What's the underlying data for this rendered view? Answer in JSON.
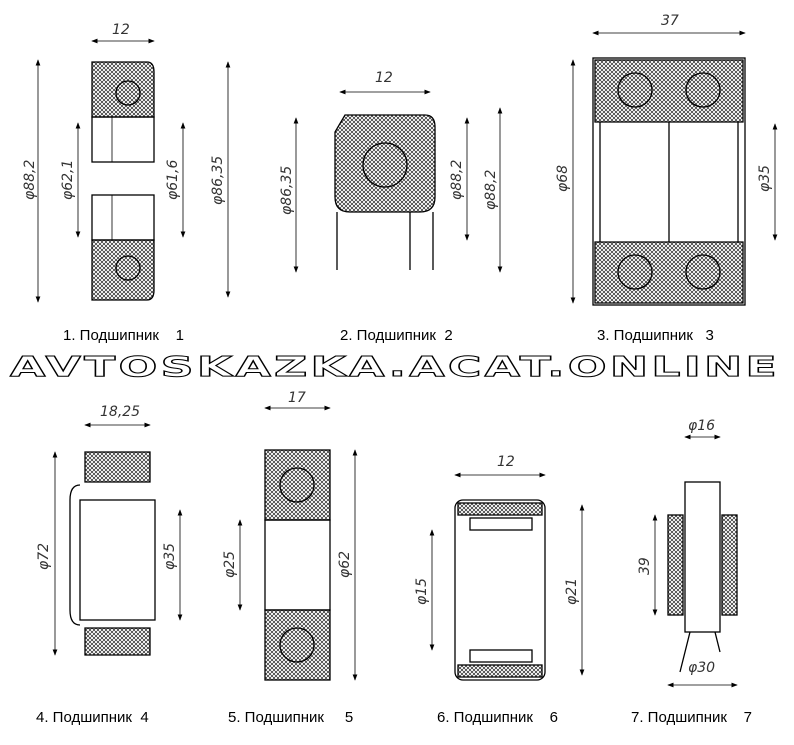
{
  "watermark": "AVTOSKAZKA.ACAT.ONLINE",
  "items": [
    {
      "caption": "1. Подшипник    1",
      "dims": [
        "12",
        "φ88,2",
        "φ62,1",
        "φ61,6",
        "φ86,35"
      ]
    },
    {
      "caption": "2. Подшипник  2",
      "dims": [
        "12",
        "φ86,35",
        "φ88,2",
        "φ88,2"
      ]
    },
    {
      "caption": "3. Подшипник   3",
      "dims": [
        "37",
        "φ68",
        "φ35"
      ]
    },
    {
      "caption": "4. Подшипник  4",
      "dims": [
        "18,25",
        "φ72",
        "φ35"
      ]
    },
    {
      "caption": "5. Подшипник     5",
      "dims": [
        "17",
        "φ25",
        "φ62"
      ]
    },
    {
      "caption": "6. Подшипник    6",
      "dims": [
        "12",
        "φ15",
        "φ21"
      ]
    },
    {
      "caption": "7. Подшипник    7",
      "dims": [
        "φ16",
        "39",
        "φ30"
      ]
    }
  ]
}
